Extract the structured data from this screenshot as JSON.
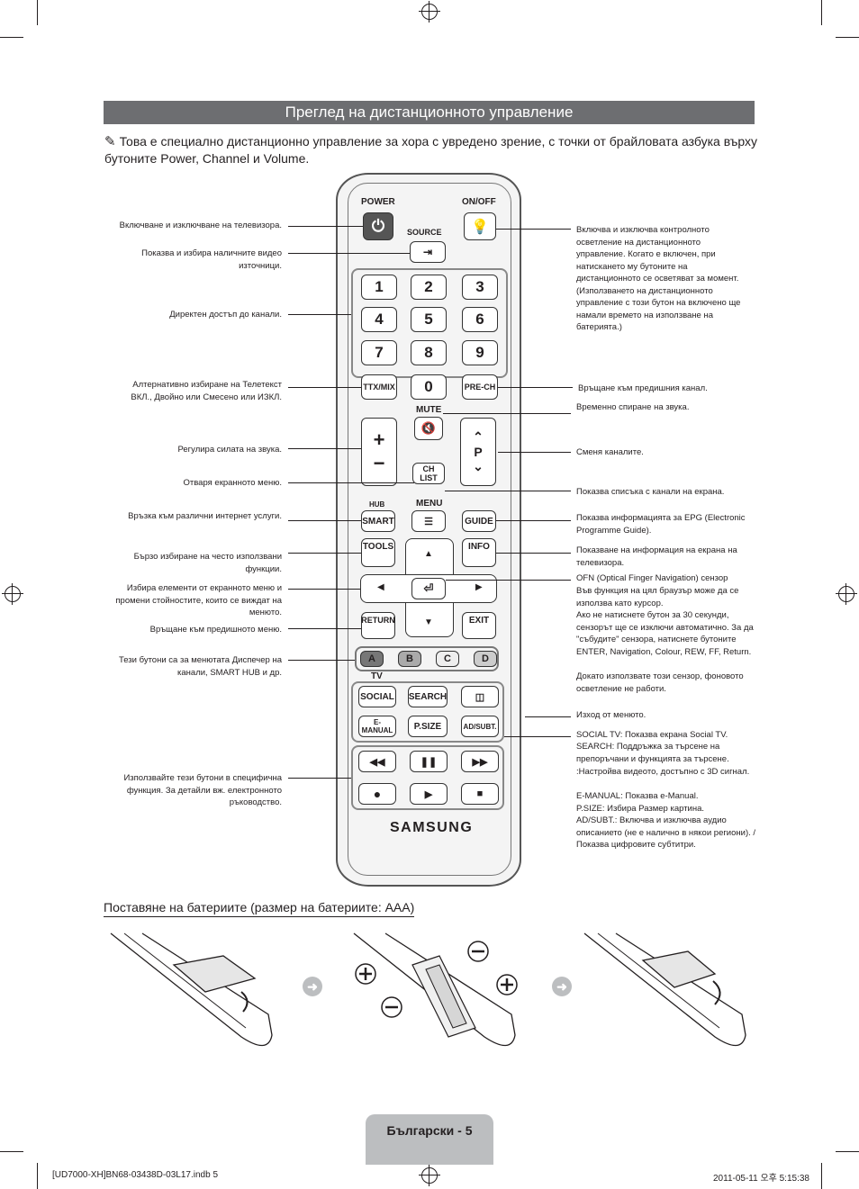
{
  "header": {
    "title": "Преглед на дистанционното управление"
  },
  "note": {
    "icon": "pencil-note-icon",
    "text": "Това е специално дистанционно управление за хора с увредено зрение, с точки от брайловата азбука върху бутоните Power, Channel и Volume."
  },
  "remote": {
    "power": "POWER",
    "onoff": "ON/OFF",
    "source": "SOURCE",
    "numbers": [
      "1",
      "2",
      "3",
      "4",
      "5",
      "6",
      "7",
      "8",
      "9",
      "0"
    ],
    "ttx": "TTX/MIX",
    "prech": "PRE-CH",
    "mute": "MUTE",
    "chlist": "CH LIST",
    "p": "P",
    "hub": "HUB",
    "menu": "MENU",
    "smart": "SMART",
    "guide": "GUIDE",
    "tools": "TOOLS",
    "info": "INFO",
    "return": "RETURN",
    "exit": "EXIT",
    "a": "A",
    "b": "B",
    "c": "C",
    "d": "D",
    "tv": "TV",
    "social": "SOCIAL",
    "search": "SEARCH",
    "emanual": "E-MANUAL",
    "psize": "P.SIZE",
    "adsubt": "AD/SUBT.",
    "brand": "SAMSUNG"
  },
  "left": [
    "Включване и изключване на телевизора.",
    "Показва и избира наличните видео източници.",
    "Директен достъп до канали.",
    "Алтернативно избиране на Телетекст ВКЛ., Двойно или Смесено или ИЗКЛ.",
    "Регулира силата на звука.",
    "Отваря екранното меню.",
    "Връзка към различни интернет услуги.",
    "Бързо избиране на често използвани функции.",
    "Избира елементи от екранното меню и промени стойностите, които се виждат на менюто.",
    "Връщане към предишното меню.",
    "Тези бутони са за менютата Диспечер на канали, SMART HUB и др.",
    "Използвайте тези бутони в специфична функция. За детайли вж. електронното ръководство."
  ],
  "right": [
    "Включва и изключва контролното осветление на дистанционното управление. Когато е включен, при натискането му бутоните на дистанционното се осветяват за момент. (Използването на дистанционното управление с този бутон на включено ще намали времето на използване на батерията.)",
    "Връщане към предишния канал.",
    "Временно спиране на звука.",
    "Сменя каналите.",
    "Показва списъка с канали на екрана.",
    "Показва информацията за EPG (Electronic Programme Guide).",
    "Показване на информация на екрана на телевизора.",
    "OFN (Optical Finger Navigation) сензор",
    "Във функция на цял браузър може да се използва като курсор.",
    "Ако не натиснете бутон за 30 секунди, сензорът ще се изключи автоматично. За да \"събудите\" сензора, натиснете бутоните ENTER, Navigation, Colour, REW, FF, Return.",
    "Докато използвате този сензор, фоновото осветление не работи.",
    "Изход от менюто.",
    "SOCIAL TV: Показва екрана Social TV.",
    "SEARCH: Поддръжка за търсене на препоръчани и функцията за търсене.",
    ":Настройва видеото, достъпно с 3D сигнал.",
    "E-MANUAL: Показва e-Manual.",
    "P.SIZE: Избира Размер картина.",
    "AD/SUBT.: Включва и изключва аудио описанието (не е налично в някои региони). / Показва цифровите субтитри."
  ],
  "battery": {
    "heading": "Поставяне на батериите (размер на батериите: AAA)"
  },
  "footer": {
    "page_tab": "Български - 5",
    "file": "[UD7000-XH]BN68-03438D-03L17.indb   5",
    "date": "2011-05-11   오후 5:15:38"
  }
}
